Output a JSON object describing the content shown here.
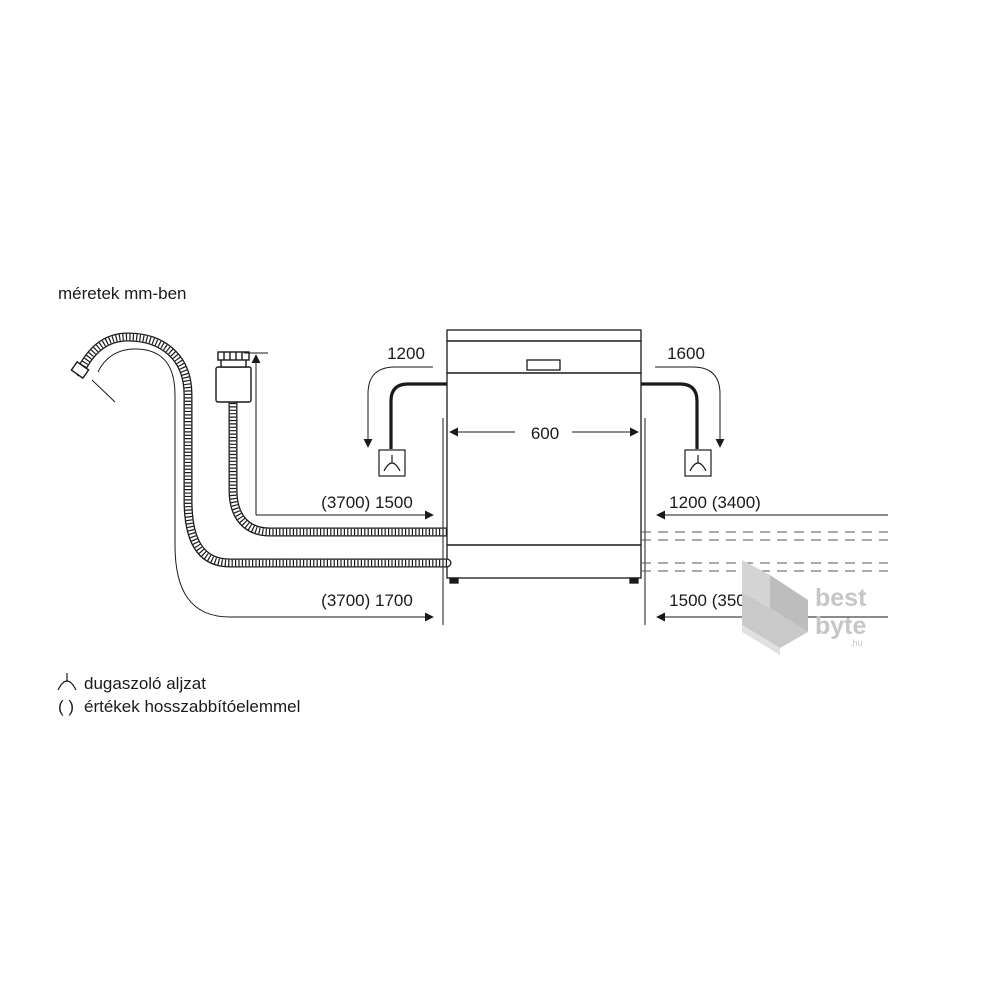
{
  "caption": {
    "units": "méretek mm-ben"
  },
  "dimensions": {
    "width": "600",
    "cable_left": "1200",
    "cable_right": "1600",
    "inlet_left": "(3700) 1500",
    "drain_left": "(3700) 1700",
    "inlet_right": "1200 (3400)",
    "drain_right": "1500 (3500)"
  },
  "legend": {
    "socket_text": "dugaszoló aljzat",
    "parentheses_symbol": "( )",
    "parentheses_text": "értékek hosszabbítóelemmel"
  },
  "watermark": {
    "line1": "best",
    "line2": "byte",
    "line3": ".hu"
  },
  "icons": {
    "socket": "socket-icon",
    "hose": "hose-icon",
    "valve": "aquastop-valve-icon",
    "logo": "cube-logo-icon"
  },
  "colors": {
    "line": "#1a1a1a",
    "hose": "#222222",
    "dashes": "#555555",
    "watermark": "#c6c6c6"
  }
}
